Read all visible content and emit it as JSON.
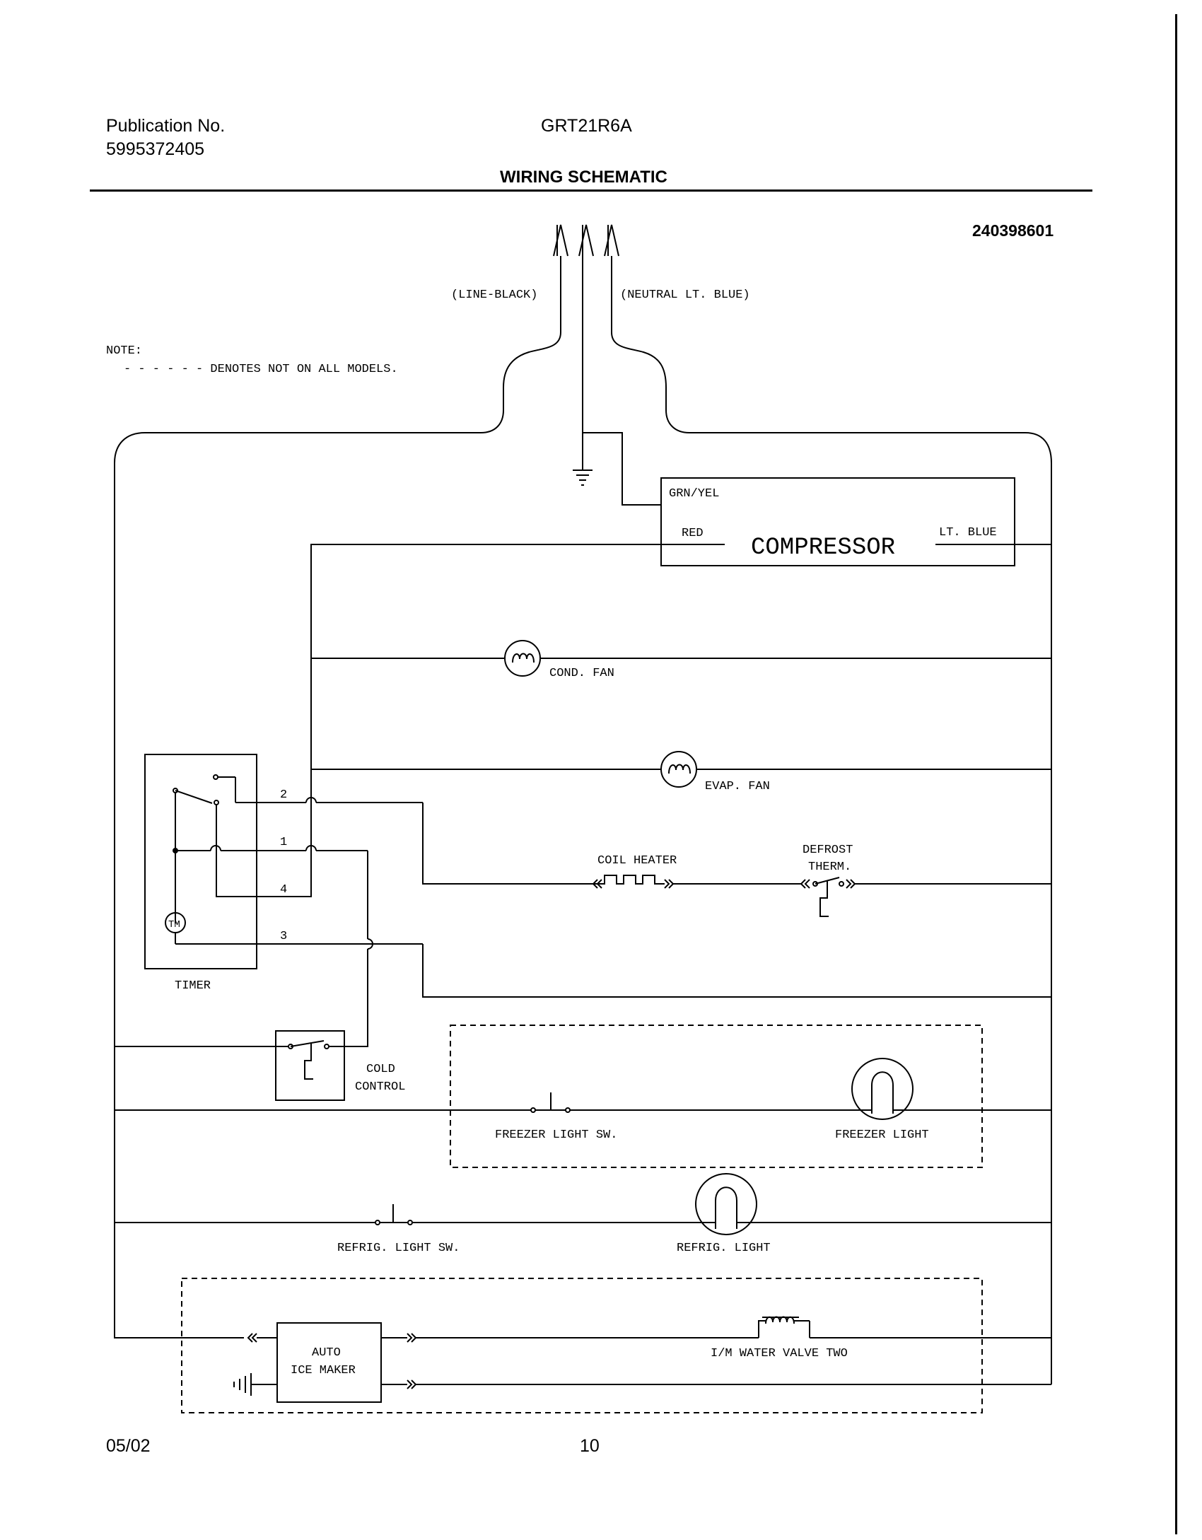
{
  "header": {
    "publication_label": "Publication No.",
    "publication_number": "5995372405",
    "model": "GRT21R6A",
    "title": "WIRING SCHEMATIC",
    "drawing_number": "240398601"
  },
  "footer": {
    "date": "05/02",
    "page_number": "10"
  },
  "diagram": {
    "line_label": "(LINE-BLACK)",
    "neutral_label": "(NEUTRAL LT. BLUE)",
    "note_title": "NOTE:",
    "note_text": "- - - - - - DENOTES NOT ON ALL MODELS.",
    "compressor": {
      "title": "COMPRESSOR",
      "grn_yel": "GRN/YEL",
      "red": "RED",
      "lt_blue": "LT. BLUE"
    },
    "cond_fan": "COND. FAN",
    "evap_fan": "EVAP. FAN",
    "coil_heater": "COIL HEATER",
    "defrost_therm_line1": "DEFROST",
    "defrost_therm_line2": "THERM.",
    "timer": {
      "label": "TIMER",
      "motor": "TM",
      "terminal_1": "1",
      "terminal_2": "2",
      "terminal_3": "3",
      "terminal_4": "4"
    },
    "cold_control_line1": "COLD",
    "cold_control_line2": "CONTROL",
    "freezer_light_sw": "FREEZER LIGHT SW.",
    "freezer_light": "FREEZER LIGHT",
    "refrig_light_sw": "REFRIG. LIGHT SW.",
    "refrig_light": "REFRIG. LIGHT",
    "ice_maker_line1": "AUTO",
    "ice_maker_line2": "ICE MAKER",
    "water_valve": "I/M WATER VALVE TWO"
  }
}
